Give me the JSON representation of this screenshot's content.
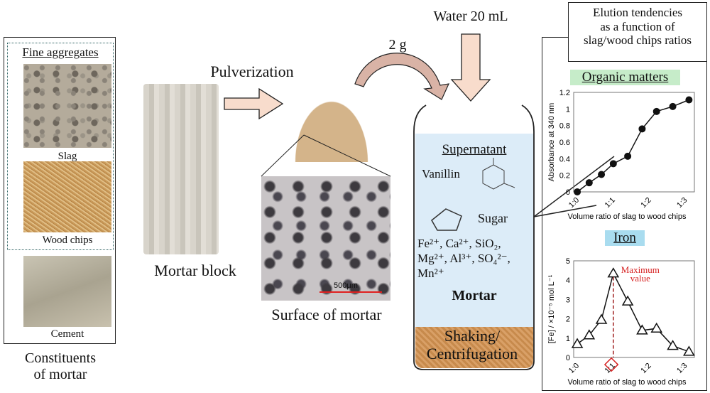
{
  "left_panel": {
    "title": "Fine aggregates",
    "items": [
      "Slag",
      "Wood chips",
      "Cement"
    ],
    "caption": "Constituents\nof mortar"
  },
  "mortar_block": {
    "label": "Mortar block"
  },
  "process": {
    "pulverization": "Pulverization",
    "amount": "2 g",
    "water": "Water 20 mL",
    "surface_label": "Surface of mortar",
    "scale_bar": "500μm",
    "shaking": "Shaking/\nCentrifugation"
  },
  "tube": {
    "supernatant": "Supernatant",
    "vanillin": "Vanillin",
    "sugar": "Sugar",
    "ions_line1": "Fe²⁺, Ca²⁺, SiO₂,",
    "ions_line2": "Mg²⁺, Al³⁺, SO₄²⁻,",
    "ions_line3": "Mn²⁺",
    "mortar": "Mortar"
  },
  "right_panel": {
    "title": "Elution tendencies\nas a function of\nslag/wood chips ratios",
    "organic_label": "Organic matters",
    "iron_label": "Iron",
    "max_label": "Maximum\nvalue",
    "colors": {
      "organic_bg": "#c6ecc9",
      "iron_bg": "#a9dcef",
      "max": "#d62020"
    }
  },
  "chart_data": [
    {
      "type": "line",
      "title": "Organic matters",
      "xlabel": "Volume ratio of slag to wood chips",
      "ylabel": "Absorbance at 340 nm",
      "xticks": [
        "1:0",
        "1:1",
        "1:2",
        "1:3"
      ],
      "ylim": [
        0,
        1.2
      ],
      "yticks": [
        "0",
        "0.2",
        "0.4",
        "0.6",
        "0.8",
        "1",
        "1.2"
      ],
      "x": [
        0,
        0.33,
        0.67,
        1,
        1.4,
        1.8,
        2.2,
        2.65,
        3.1
      ],
      "y": [
        0,
        0.11,
        0.21,
        0.34,
        0.43,
        0.76,
        0.97,
        1.03,
        1.11
      ],
      "marker": "circle"
    },
    {
      "type": "line",
      "title": "Iron",
      "xlabel": "Volume ratio of slag to wood chips",
      "ylabel": "[Fe] / ×10⁻⁵ mol L⁻¹",
      "xticks": [
        "1:0",
        "1:1",
        "1:2",
        "1:3"
      ],
      "ylim": [
        0,
        5
      ],
      "yticks": [
        "0",
        "1",
        "2",
        "3",
        "4",
        "5"
      ],
      "x": [
        0,
        0.33,
        0.67,
        1,
        1.4,
        1.8,
        2.2,
        2.65,
        3.1
      ],
      "y": [
        0.7,
        1.15,
        1.95,
        4.35,
        2.9,
        1.4,
        1.5,
        0.6,
        0.3
      ],
      "marker": "triangle",
      "highlight_tick": "1:1"
    }
  ]
}
